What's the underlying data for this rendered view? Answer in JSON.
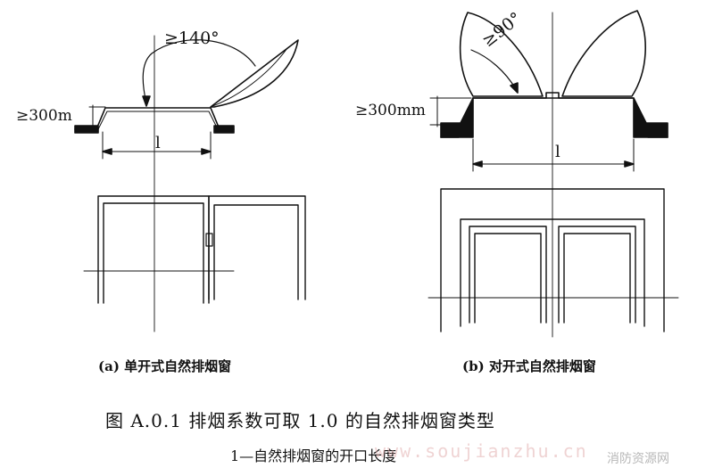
{
  "figure_a": {
    "angle_label": "≥140°",
    "height_label": "≥300m",
    "length_label": "l",
    "subtitle": "(a) 单开式自然排烟窗"
  },
  "figure_b": {
    "angle_label": "≥90°",
    "height_label": "≥300mm",
    "length_label": "l",
    "subtitle": "(b) 对开式自然排烟窗"
  },
  "caption": "图 A.0.1    排烟系数可取 1.0 的自然排烟窗类型",
  "legend": "1—自然排烟窗的开口长度",
  "watermark": {
    "text": "www.soujianzhu.cn",
    "site": "消防资源网"
  }
}
